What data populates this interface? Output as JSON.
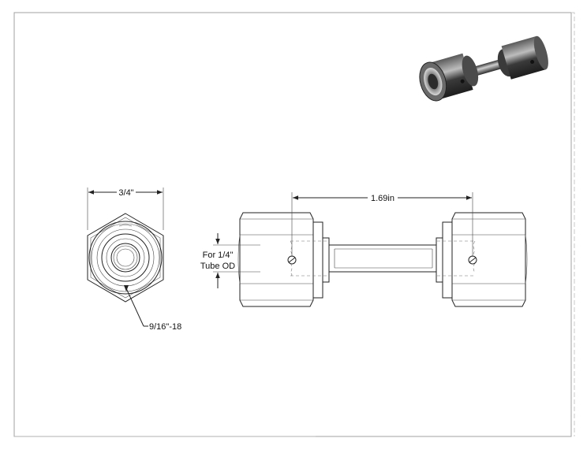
{
  "drawing": {
    "dim_width": "3/4\"",
    "dim_length": "1.69in",
    "label_tube_line1": "For 1/4\"",
    "label_tube_line2": "Tube OD",
    "label_thread": "9/16\"-18"
  },
  "colors": {
    "line": "#222222",
    "border": "#9a9a9a",
    "photo_dark": "#2b2b2b",
    "photo_mid": "#6e6e6e",
    "photo_light": "#d9d9d9"
  }
}
